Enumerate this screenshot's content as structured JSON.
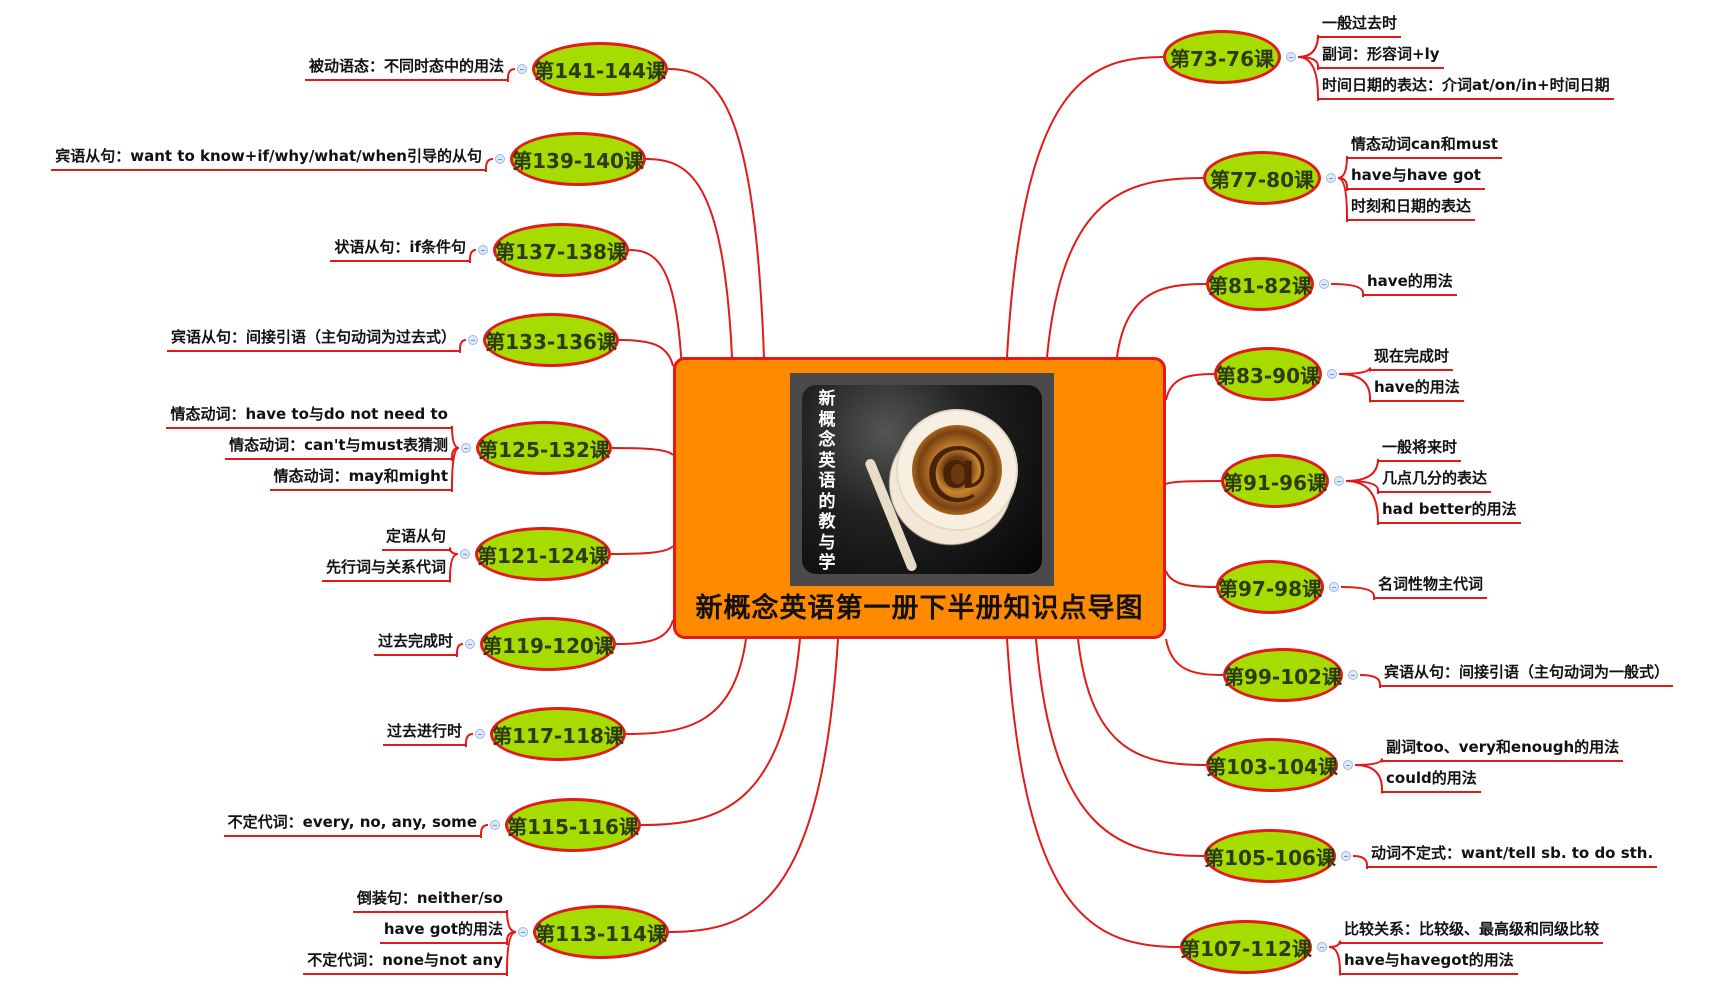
{
  "center": {
    "title": "新概念英语第一册下半册知识点导图",
    "image_caption_vertical": [
      "新",
      "概",
      "念",
      "英",
      "语",
      "的",
      "教",
      "与",
      "学"
    ],
    "image_symbol": "@",
    "colors": {
      "fill": "#ff8a00",
      "border": "#e8171a"
    }
  },
  "theme": {
    "node_fill": "#a6dc00",
    "node_border": "#e31a1a",
    "link_color": "#e31a1a",
    "toggle_icon": "collapse-minus-icon"
  },
  "right_branches": [
    {
      "label": "第73-76课",
      "children": [
        "一般过去时",
        "副词：形容词+ly",
        "时间日期的表达：介词at/on/in+时间日期"
      ]
    },
    {
      "label": "第77-80课",
      "children": [
        "情态动词can和must",
        "have与have got",
        "时刻和日期的表达"
      ]
    },
    {
      "label": "第81-82课",
      "children": [
        "have的用法"
      ]
    },
    {
      "label": "第83-90课",
      "children": [
        "现在完成时",
        "have的用法"
      ]
    },
    {
      "label": "第91-96课",
      "children": [
        "一般将来时",
        "几点几分的表达",
        "had better的用法"
      ]
    },
    {
      "label": "第97-98课",
      "children": [
        "名词性物主代词"
      ]
    },
    {
      "label": "第99-102课",
      "children": [
        "宾语从句：间接引语（主句动词为一般式）"
      ]
    },
    {
      "label": "第103-104课",
      "children": [
        "副词too、very和enough的用法",
        "could的用法"
      ]
    },
    {
      "label": "第105-106课",
      "children": [
        "动词不定式：want/tell sb. to do sth."
      ]
    },
    {
      "label": "第107-112课",
      "children": [
        "比较关系：比较级、最高级和同级比较",
        "have与havegot的用法"
      ]
    }
  ],
  "left_branches": [
    {
      "label": "第141-144课",
      "children": [
        "被动语态：不同时态中的用法"
      ]
    },
    {
      "label": "第139-140课",
      "children": [
        "宾语从句：want to know+if/why/what/when引导的从句"
      ]
    },
    {
      "label": "第137-138课",
      "children": [
        "状语从句：if条件句"
      ]
    },
    {
      "label": "第133-136课",
      "children": [
        "宾语从句：间接引语（主句动词为过去式）"
      ]
    },
    {
      "label": "第125-132课",
      "children": [
        "情态动词：have to与do not need to",
        "情态动词：can't与must表猜测",
        "情态动词：may和might"
      ]
    },
    {
      "label": "第121-124课",
      "children": [
        "定语从句",
        "先行词与关系代词"
      ]
    },
    {
      "label": "第119-120课",
      "children": [
        "过去完成时"
      ]
    },
    {
      "label": "第117-118课",
      "children": [
        "过去进行时"
      ]
    },
    {
      "label": "第115-116课",
      "children": [
        "不定代词：every, no, any, some"
      ]
    },
    {
      "label": "第113-114课",
      "children": [
        "倒装句：neither/so",
        "have got的用法",
        "不定代词：none与not any"
      ]
    }
  ]
}
